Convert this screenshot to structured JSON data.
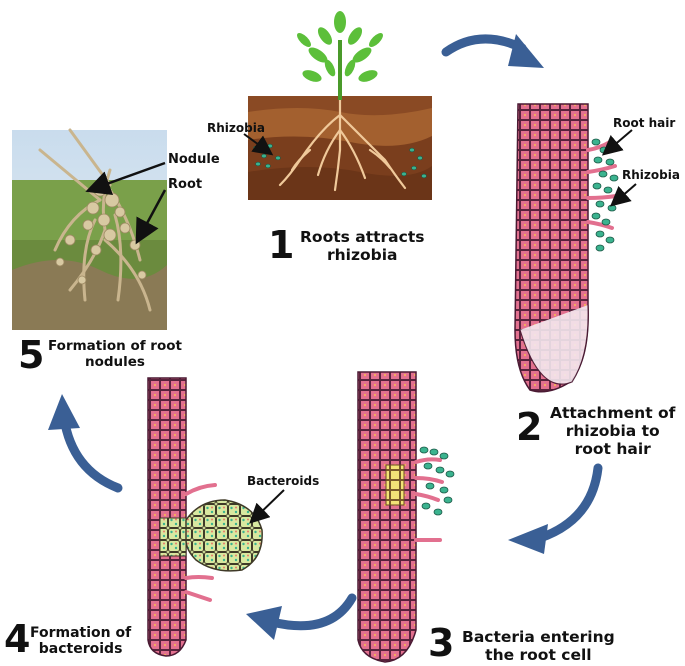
{
  "steps": [
    {
      "number": "1",
      "line1": "Roots attracts",
      "line2": "rhizobia"
    },
    {
      "number": "2",
      "line1": "Attachment of",
      "line2": "rhizobia to",
      "line3": "root hair"
    },
    {
      "number": "3",
      "line1": "Bacteria entering",
      "line2": "the root cell"
    },
    {
      "number": "4",
      "line1": "Formation of",
      "line2": "bacteroids"
    },
    {
      "number": "5",
      "line1": "Formation of root",
      "line2": "nodules"
    }
  ],
  "labels": {
    "photo_nodule": "Nodule",
    "photo_root": "Root",
    "soil_rhizobia": "Rhizobia",
    "root_hair": "Root hair",
    "hair_rhizobia": "Rhizobia",
    "bacteroids": "Bacteroids"
  },
  "colors": {
    "arrow": "#3a5f95",
    "cell_fill": "#e2708f",
    "cell_line": "#4a1a33",
    "bacteria": "#3bb38f",
    "soil_top": "#8a4a24",
    "soil_mid": "#a3602f",
    "soil_bottom": "#6b3518",
    "plant_leaf": "#5cbf3a",
    "root_color": "#f0c99a"
  }
}
